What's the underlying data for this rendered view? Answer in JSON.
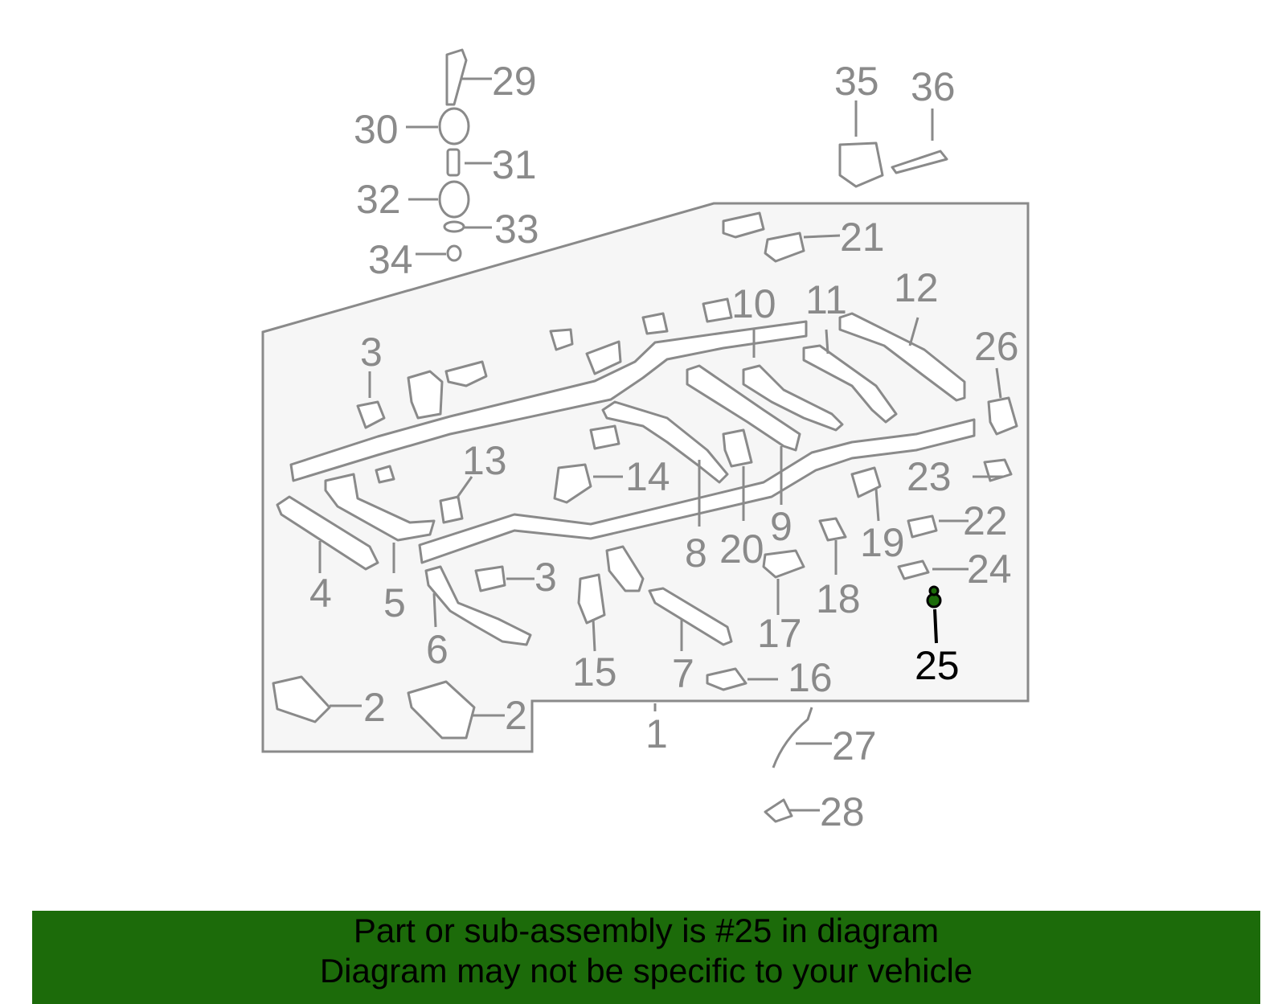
{
  "diagram": {
    "labels": [
      "1",
      "2",
      "2",
      "3",
      "3",
      "4",
      "5",
      "6",
      "7",
      "8",
      "9",
      "10",
      "11",
      "12",
      "13",
      "14",
      "15",
      "16",
      "17",
      "18",
      "19",
      "20",
      "21",
      "22",
      "23",
      "24",
      "25",
      "26",
      "27",
      "28",
      "29",
      "30",
      "31",
      "32",
      "33",
      "34",
      "35",
      "36"
    ],
    "highlighted_part": "25",
    "colors": {
      "line": "#8a8a8a",
      "highlight": "#000000",
      "highlight_fill": "#1c6b0a",
      "panel": "#f6f6f6"
    }
  },
  "banner": {
    "line1": "Part or sub-assembly is #25 in diagram",
    "line2": "Diagram may not be specific to your vehicle",
    "background": "#1c6b0a"
  }
}
